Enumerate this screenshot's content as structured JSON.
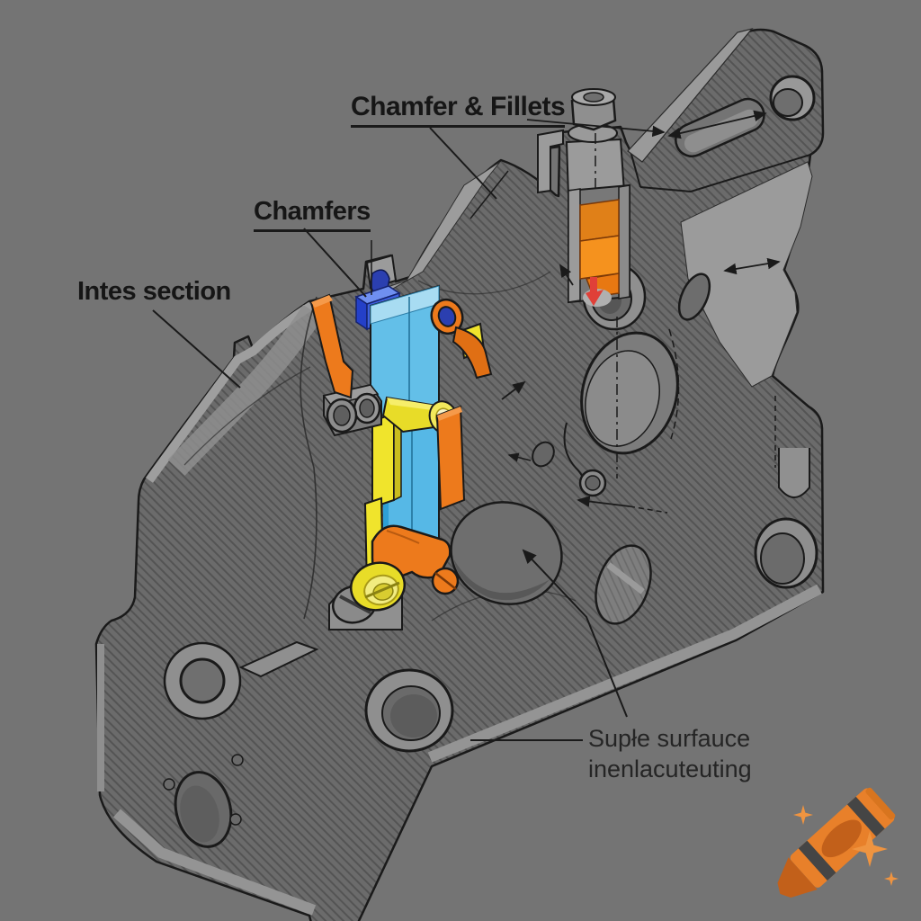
{
  "figure": {
    "type": "cad-annotation-diagram",
    "background_color": "#747474",
    "annotations": {
      "chamfer_fillets": {
        "label": "Chamfer & Fillets",
        "underlined": true
      },
      "chamfers": {
        "label": "Chamfers",
        "underlined": true
      },
      "intes_section": {
        "label": "Intes section",
        "underlined": false
      },
      "surface": {
        "line1": "Supłe surfauce",
        "line2": "inenlacuteuting"
      }
    },
    "part_colors": {
      "body_gray": "#6B6B6B",
      "light_face_gray": "#9B9B9B",
      "outline_black": "#1A1A1A",
      "highlight_orange": "#ED7A1C",
      "highlight_cyan": "#56B8E6",
      "highlight_blue": "#2E4FD0",
      "highlight_yellow": "#F0E42C",
      "bore_blue": "#2B3FB0",
      "arrow_red": "#E04038"
    },
    "logo": {
      "name": "crayon-logo",
      "crayon_orange": "#E8802A",
      "stripe_dark": "#454545",
      "sparkle_orange": "#EF9440"
    }
  }
}
